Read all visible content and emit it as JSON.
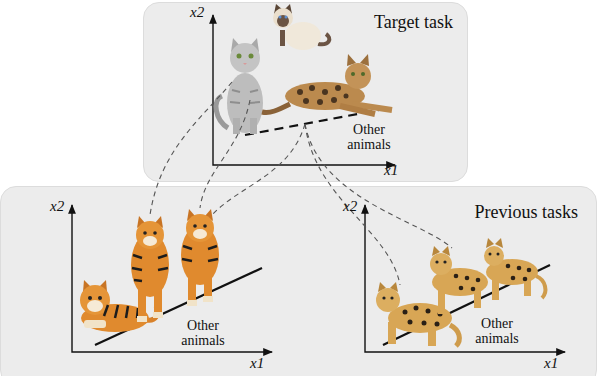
{
  "diagram": {
    "nodes": [
      {
        "text": [
          "Target task"
        ]
      },
      {
        "text": [
          "Previous tasks"
        ]
      }
    ],
    "labels": [
      "x2",
      "x1",
      "Other animals",
      "x2",
      "x1",
      "Other animals",
      "x2",
      "x1",
      "Other animals"
    ]
  }
}
